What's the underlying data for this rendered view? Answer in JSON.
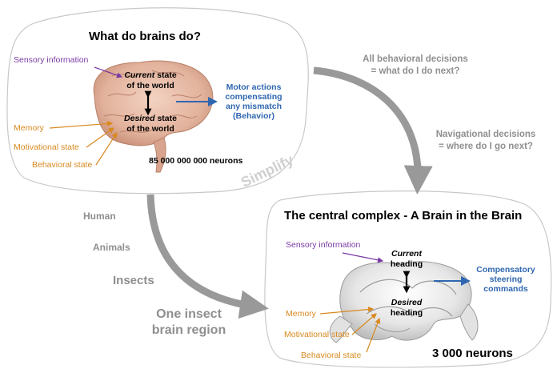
{
  "top_panel": {
    "title": "What do brains do?",
    "sensory_label": "Sensory information",
    "current_word": "Current",
    "current_rest": " state",
    "world1": "of the world",
    "desired_word": "Desired",
    "desired_rest": " state",
    "world2": "of the world",
    "memory_label": "Memory",
    "motivational_label": "Motivational state",
    "behavioral_label": "Behavioral state",
    "motor_line1": "Motor actions",
    "motor_line2": "compensating",
    "motor_line3": "any mismatch",
    "motor_line4": "(Behavior)",
    "neurons": "85 000 000 000 neurons"
  },
  "right_labels": {
    "all_decisions_line1": "All behavioral decisions",
    "all_decisions_line2": "= what do I do next?",
    "nav_line1": "Navigational decisions",
    "nav_line2": "= where do I go next?"
  },
  "simplify": "Simplify",
  "hierarchy": {
    "human": "Human",
    "animals": "Animals",
    "insects": "Insects",
    "region_line1": "One insect",
    "region_line2": "brain region"
  },
  "bottom_panel": {
    "title": "The central complex - A Brain in the Brain",
    "sensory_label": "Sensory information",
    "current_word": "Current",
    "heading1": "heading",
    "desired_word": "Desired",
    "heading2": "heading",
    "memory_label": "Memory",
    "motivational_label": "Motivational state",
    "behavioral_label": "Behavioral state",
    "steer_line1": "Compensatory",
    "steer_line2": "steering",
    "steer_line3": "commands",
    "neurons": "3 000 neurons"
  },
  "colors": {
    "purple": "#7a3aa5",
    "orange": "#d8891f",
    "blue": "#2f67b0",
    "grey_arrow": "#999999",
    "panel_border": "#c8c8c8"
  }
}
